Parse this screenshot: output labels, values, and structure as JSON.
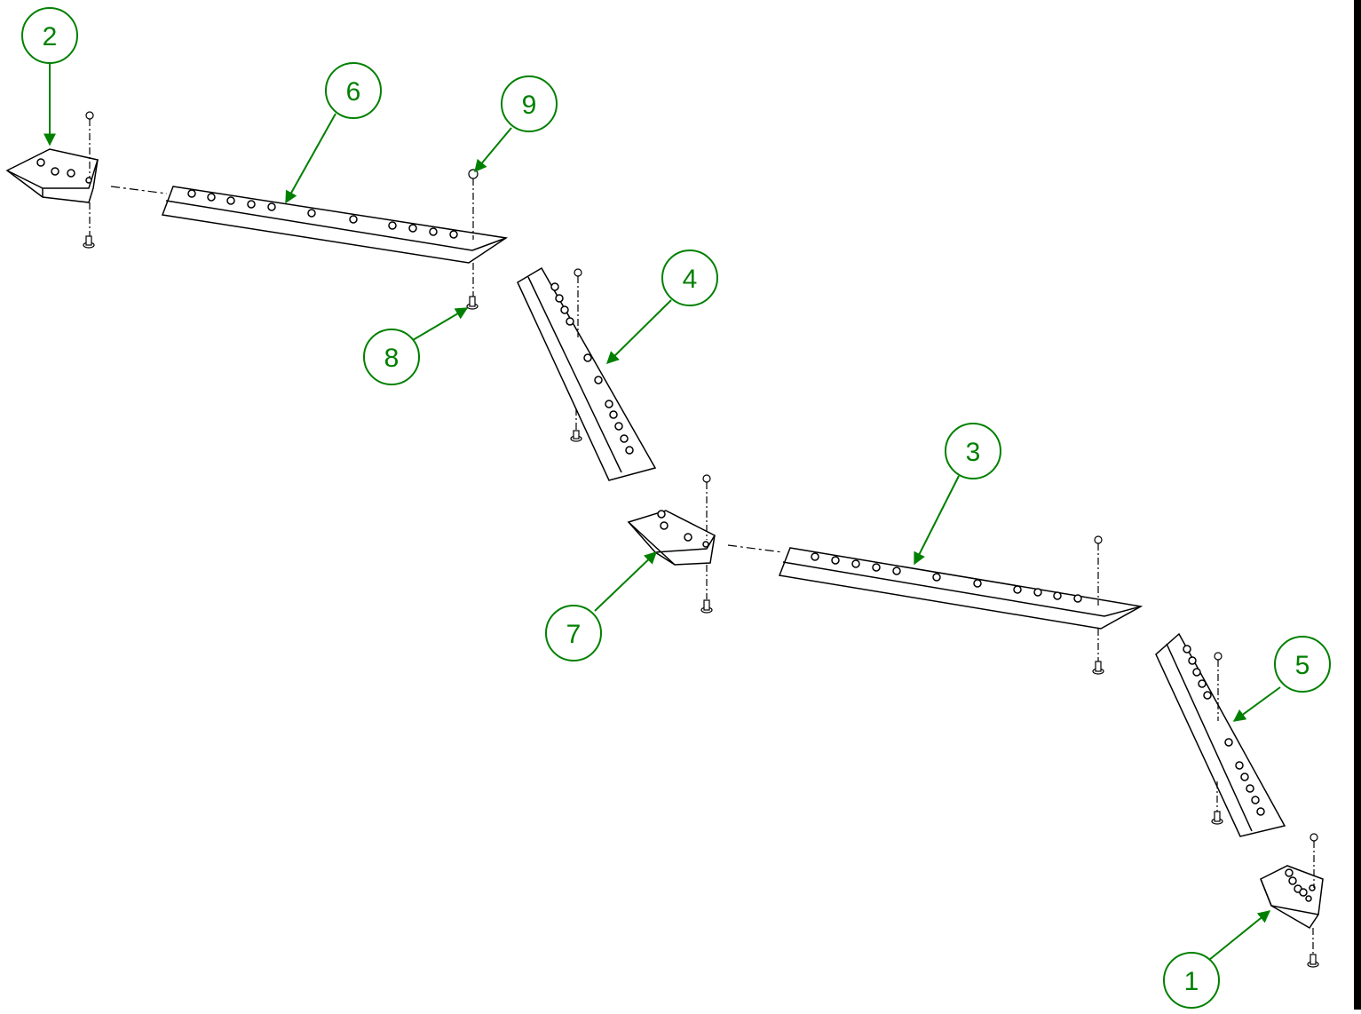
{
  "colors": {
    "callout": "#008000",
    "linework": "#000000",
    "background": "#ffffff"
  },
  "callouts": [
    {
      "id": "balloon-1",
      "label": "1"
    },
    {
      "id": "balloon-2",
      "label": "2"
    },
    {
      "id": "balloon-3",
      "label": "3"
    },
    {
      "id": "balloon-4",
      "label": "4"
    },
    {
      "id": "balloon-5",
      "label": "5"
    },
    {
      "id": "balloon-6",
      "label": "6"
    },
    {
      "id": "balloon-7",
      "label": "7"
    },
    {
      "id": "balloon-8",
      "label": "8"
    },
    {
      "id": "balloon-9",
      "label": "9"
    }
  ]
}
